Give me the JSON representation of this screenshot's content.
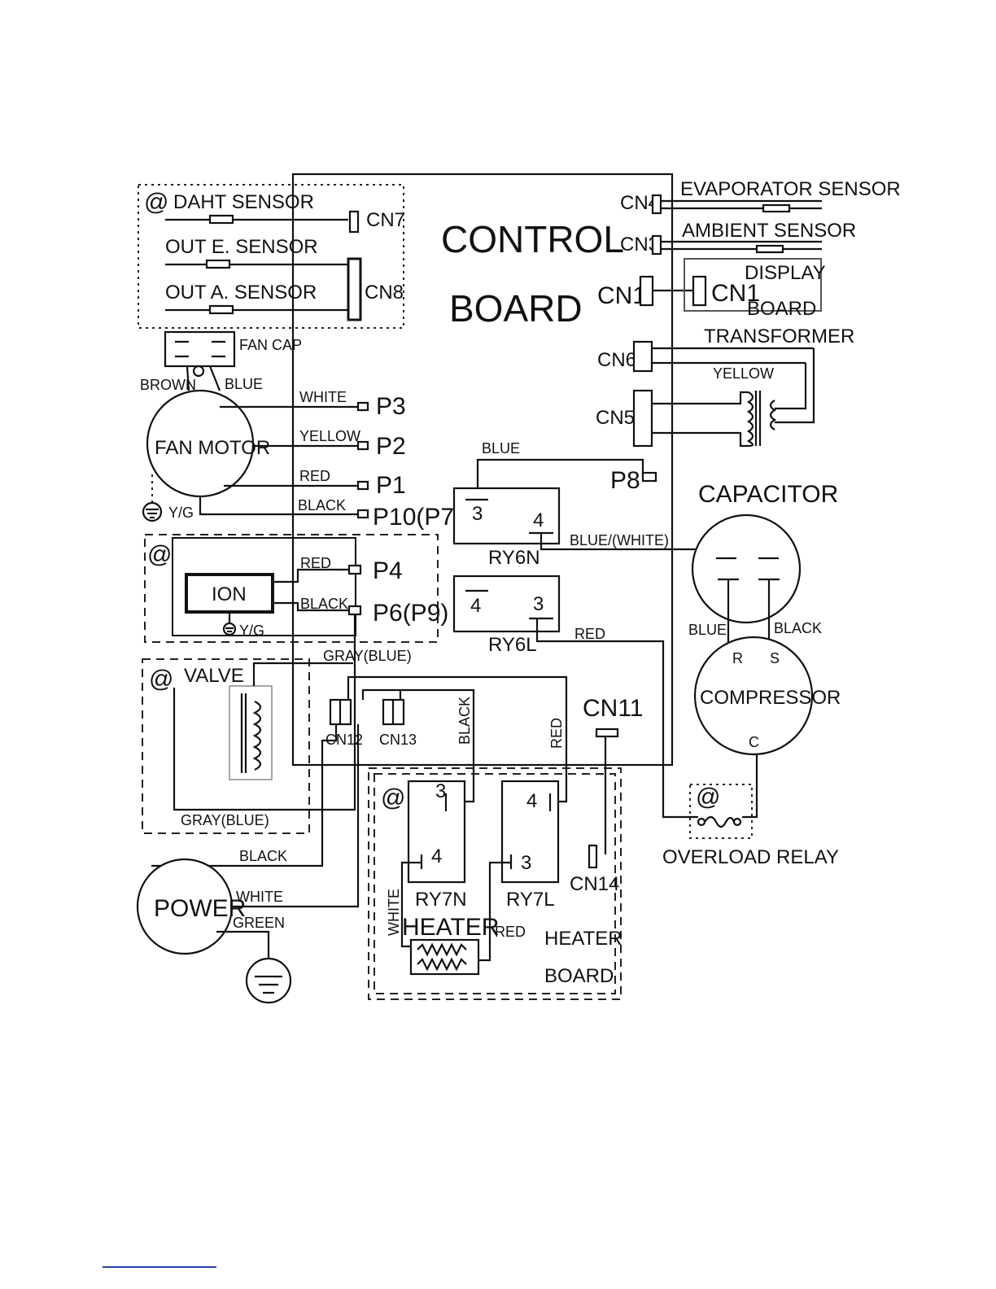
{
  "control_board": {
    "line1": "CONTROL",
    "line2": "BOARD"
  },
  "connectors": {
    "cn1": "CN1",
    "cn1_display": "CN1",
    "cn3": "CN3",
    "cn4": "CN4",
    "cn5": "CN5",
    "cn6": "CN6",
    "cn7": "CN7",
    "cn8": "CN8",
    "cn11": "CN11",
    "cn12": "CN12",
    "cn13": "CN13",
    "cn14": "CN14",
    "p1": "P1",
    "p2": "P2",
    "p3": "P3",
    "p4": "P4",
    "p6": "P6(P9)",
    "p8": "P8",
    "p10": "P10(P7)"
  },
  "sensors": {
    "daht": "DAHT SENSOR",
    "out_e": "OUT E. SENSOR",
    "out_a": "OUT A. SENSOR",
    "evaporator": "EVAPORATOR SENSOR",
    "ambient": "AMBIENT SENSOR"
  },
  "optional_marker": "@",
  "display_board": {
    "line1": "DISPLAY",
    "line2": "BOARD"
  },
  "transformer": "TRANSFORMER",
  "fan": {
    "cap": "FAN CAP",
    "motor": "FAN MOTOR",
    "yg": "Y/G"
  },
  "ion": {
    "label": "ION",
    "yg": "Y/G"
  },
  "valve": "VALVE",
  "relays": {
    "ry6n": "RY6N",
    "ry6l": "RY6L",
    "ry7n": "RY7N",
    "ry7l": "RY7L",
    "pin3": "3",
    "pin4": "4"
  },
  "capacitor": "CAPACITOR",
  "compressor": {
    "label": "COMPRESSOR",
    "r": "R",
    "s": "S",
    "c": "C"
  },
  "overload_relay": "OVERLOAD RELAY",
  "heater": "HEATER",
  "heater_board": {
    "line1": "HEATER",
    "line2": "BOARD"
  },
  "power": "POWER",
  "wires": {
    "brown": "BROWN",
    "blue": "BLUE",
    "white": "WHITE",
    "yellow": "YELLOW",
    "red": "RED",
    "black": "BLACK",
    "gray_blue": "GRAY(BLUE)",
    "blue_white": "BLUE/(WHITE)",
    "green": "GREEN"
  }
}
